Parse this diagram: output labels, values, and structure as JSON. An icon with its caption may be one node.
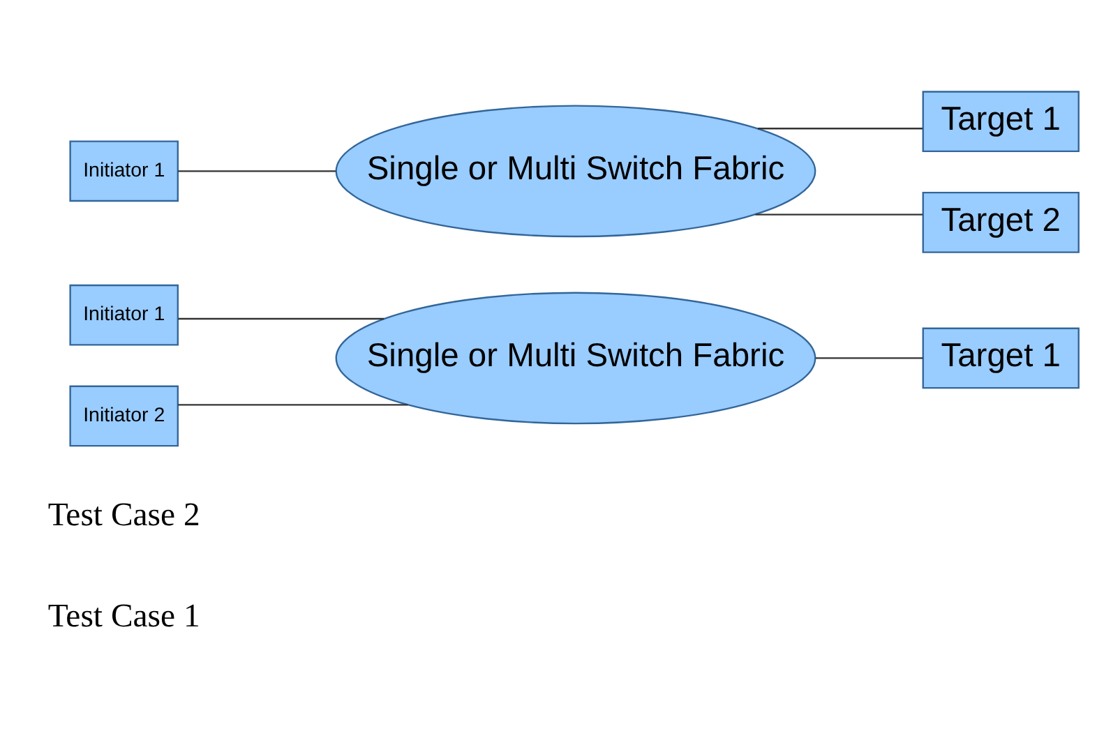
{
  "diagram": {
    "nodes": [
      {
        "text": [
          "Initiator 1"
        ]
      },
      {
        "text": [
          "Initiator 2"
        ]
      },
      {
        "text": [
          "Single or Multi Switch Fabric"
        ]
      },
      {
        "text": [
          "Target 1"
        ]
      },
      {
        "text": [
          "Initiator 1"
        ]
      },
      {
        "text": [
          "Single or Multi Switch Fabric"
        ]
      },
      {
        "text": [
          "Target 1"
        ]
      },
      {
        "text": [
          "Target 2"
        ]
      }
    ],
    "edges": [
      {
        "from": 0,
        "to": 2,
        "arrow": "none"
      },
      {
        "from": 1,
        "to": 2,
        "arrow": "none"
      },
      {
        "from": 2,
        "to": 3,
        "arrow": "none"
      },
      {
        "from": 4,
        "to": 5,
        "arrow": "none"
      },
      {
        "from": 5,
        "to": 6,
        "arrow": "none"
      },
      {
        "from": 5,
        "to": 7,
        "arrow": "none"
      }
    ],
    "labels": [
      "Test Case 1",
      "Test Case 2"
    ]
  }
}
